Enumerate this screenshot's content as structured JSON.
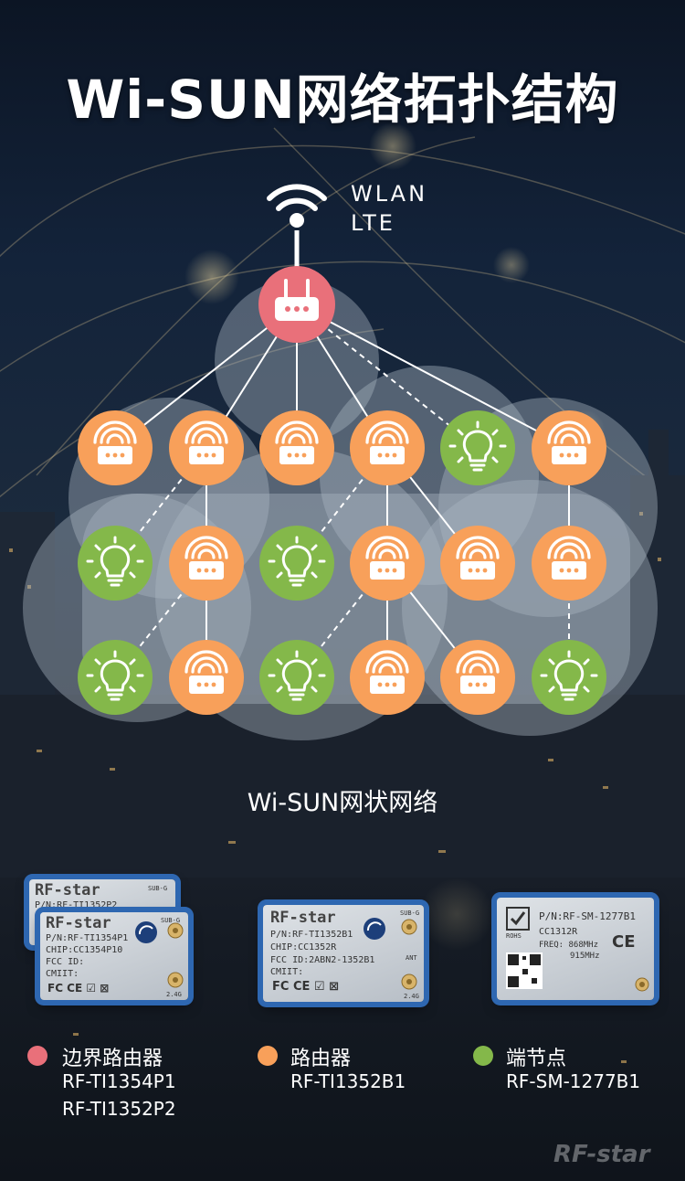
{
  "title": "Wi-SUN网络拓扑结构",
  "uplink": {
    "line1": "WLAN",
    "line2": "LTE"
  },
  "mesh_caption": "Wi-SUN网状网络",
  "colors": {
    "border_router": "#e9707a",
    "router": "#f8a05a",
    "end_node": "#84b84a",
    "module_board": "#2e67b1"
  },
  "nodes": [
    {
      "id": "br",
      "type": "border-router"
    },
    {
      "id": "r1c1",
      "type": "router"
    },
    {
      "id": "r1c2",
      "type": "router"
    },
    {
      "id": "r1c3",
      "type": "router"
    },
    {
      "id": "r1c4",
      "type": "router"
    },
    {
      "id": "r1c5",
      "type": "end-node"
    },
    {
      "id": "r1c6",
      "type": "router"
    },
    {
      "id": "r2c1",
      "type": "end-node"
    },
    {
      "id": "r2c2",
      "type": "router"
    },
    {
      "id": "r2c3",
      "type": "end-node"
    },
    {
      "id": "r2c4",
      "type": "router"
    },
    {
      "id": "r2c5",
      "type": "router"
    },
    {
      "id": "r2c6",
      "type": "router"
    },
    {
      "id": "r3c1",
      "type": "end-node"
    },
    {
      "id": "r3c2",
      "type": "router"
    },
    {
      "id": "r3c3",
      "type": "end-node"
    },
    {
      "id": "r3c4",
      "type": "router"
    },
    {
      "id": "r3c5",
      "type": "router"
    },
    {
      "id": "r3c6",
      "type": "end-node"
    }
  ],
  "links": [
    {
      "from": "br",
      "to": "r1c1",
      "style": "solid"
    },
    {
      "from": "br",
      "to": "r1c2",
      "style": "solid"
    },
    {
      "from": "br",
      "to": "r1c3",
      "style": "solid"
    },
    {
      "from": "br",
      "to": "r1c4",
      "style": "solid"
    },
    {
      "from": "br",
      "to": "r1c5",
      "style": "dashed"
    },
    {
      "from": "br",
      "to": "r1c6",
      "style": "solid"
    },
    {
      "from": "r1c2",
      "to": "r2c1",
      "style": "dashed"
    },
    {
      "from": "r1c2",
      "to": "r2c2",
      "style": "solid"
    },
    {
      "from": "r1c4",
      "to": "r2c3",
      "style": "dashed"
    },
    {
      "from": "r1c4",
      "to": "r2c4",
      "style": "solid"
    },
    {
      "from": "r1c4",
      "to": "r2c5",
      "style": "solid"
    },
    {
      "from": "r1c6",
      "to": "r2c6",
      "style": "solid"
    },
    {
      "from": "r2c2",
      "to": "r3c1",
      "style": "dashed"
    },
    {
      "from": "r2c2",
      "to": "r3c2",
      "style": "solid"
    },
    {
      "from": "r2c4",
      "to": "r3c3",
      "style": "dashed"
    },
    {
      "from": "r2c4",
      "to": "r3c4",
      "style": "solid"
    },
    {
      "from": "r2c4",
      "to": "r3c5",
      "style": "solid"
    },
    {
      "from": "r2c6",
      "to": "r3c6",
      "style": "dashed"
    }
  ],
  "modules": {
    "p2": {
      "brand": "RF-star",
      "pn": "P/N:RF-TI1352P2",
      "tag": "SUB-G"
    },
    "p1": {
      "brand": "RF-star",
      "pn": "P/N:RF-TI1354P1",
      "chip": "CHIP:CC1354P10",
      "fcc": "FCC ID:",
      "cmiit": "CMIIT:",
      "tag1": "SUB-G",
      "tag2": "2.4G"
    },
    "b1": {
      "brand": "RF-star",
      "pn": "P/N:RF-TI1352B1",
      "chip": "CHIP:CC1352R",
      "fcc": "FCC ID:2ABN2-1352B1",
      "cmiit": "CMIIT:",
      "tag1": "SUB-G",
      "tag2": "ANT",
      "tag3": "2.4G"
    },
    "sm": {
      "pn": "P/N:RF-SM-1277B1",
      "chip": "CC1312R",
      "freq1": "FREQ: 868MHz",
      "freq2": "915MHz",
      "rohs": "ROHS"
    }
  },
  "legend": [
    {
      "role": "边界路由器",
      "models": [
        "RF-TI1354P1",
        "RF-TI1352P2"
      ]
    },
    {
      "role": "路由器",
      "models": [
        "RF-TI1352B1"
      ]
    },
    {
      "role": "端节点",
      "models": [
        "RF-SM-1277B1"
      ]
    }
  ],
  "watermark": "RF-star"
}
